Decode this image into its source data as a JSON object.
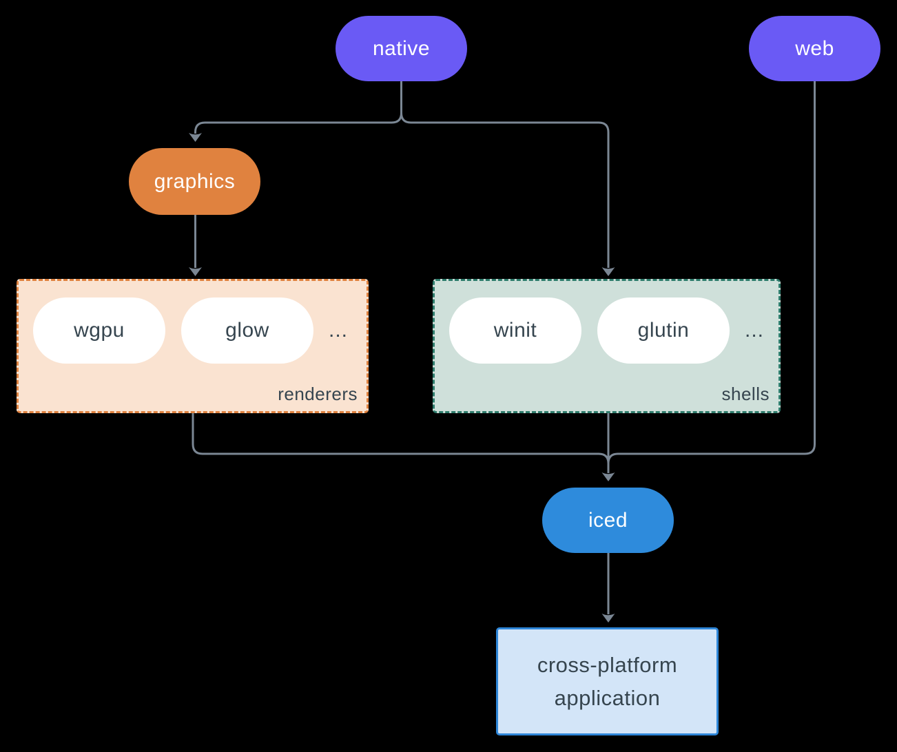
{
  "colors": {
    "bg": "#000000",
    "purple": "#6a5af5",
    "orange": "#e0823f",
    "blue": "#2e8bdc",
    "line": "#7b8794",
    "ink": "#36454f",
    "white": "#ffffff",
    "peach_fill": "#fae3d1",
    "peach_border": "#e0823f",
    "teal_fill": "#cfe0da",
    "teal_border": "#2e7c6c",
    "app_fill": "#d3e5f8",
    "app_border": "#2e86d8"
  },
  "nodes": {
    "native": {
      "label": "native"
    },
    "web": {
      "label": "web"
    },
    "graphics": {
      "label": "graphics"
    },
    "iced": {
      "label": "iced"
    },
    "application": {
      "label": "cross-platform application"
    }
  },
  "groups": {
    "renderers": {
      "label": "renderers",
      "items": [
        "wgpu",
        "glow"
      ],
      "ellipsis": "..."
    },
    "shells": {
      "label": "shells",
      "items": [
        "winit",
        "glutin"
      ],
      "ellipsis": "..."
    }
  }
}
